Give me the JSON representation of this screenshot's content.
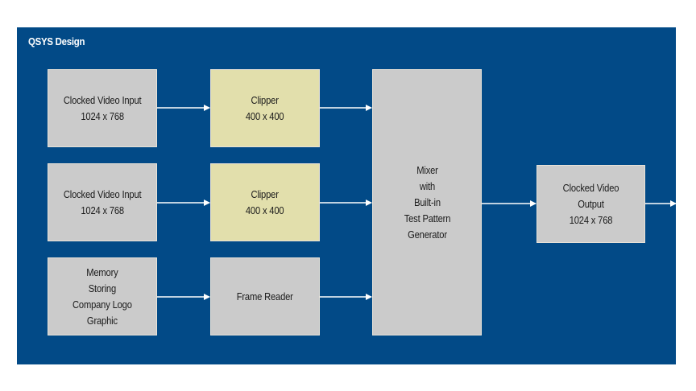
{
  "diagram": {
    "title": "QSYS Design",
    "colors": {
      "background": "#024a87",
      "block_grey": "#cbcbcb",
      "block_highlight": "#e2dfac",
      "arrow": "#ffffff"
    },
    "blocks": [
      {
        "id": "cvi1",
        "label": "Clocked Video Input\n1024 x 768",
        "style": "grey"
      },
      {
        "id": "clip1",
        "label": "Clipper\n400 x 400",
        "style": "highlight"
      },
      {
        "id": "cvi2",
        "label": "Clocked Video Input\n1024 x 768",
        "style": "grey"
      },
      {
        "id": "clip2",
        "label": "Clipper\n400 x 400",
        "style": "highlight"
      },
      {
        "id": "mem",
        "label": "Memory\nStoring\nCompany Logo\nGraphic",
        "style": "grey"
      },
      {
        "id": "fr",
        "label": "Frame Reader",
        "style": "grey"
      },
      {
        "id": "mixer",
        "label": "Mixer\nwith\nBuilt-in\nTest Pattern\nGenerator",
        "style": "grey"
      },
      {
        "id": "cvo",
        "label": "Clocked Video\nOutput\n1024 x 768",
        "style": "grey"
      }
    ],
    "connections": [
      {
        "from": "cvi1",
        "to": "clip1"
      },
      {
        "from": "clip1",
        "to": "mixer"
      },
      {
        "from": "cvi2",
        "to": "clip2"
      },
      {
        "from": "clip2",
        "to": "mixer"
      },
      {
        "from": "mem",
        "to": "fr"
      },
      {
        "from": "fr",
        "to": "mixer"
      },
      {
        "from": "mixer",
        "to": "cvo"
      },
      {
        "from": "cvo",
        "to": "external-output"
      }
    ]
  }
}
